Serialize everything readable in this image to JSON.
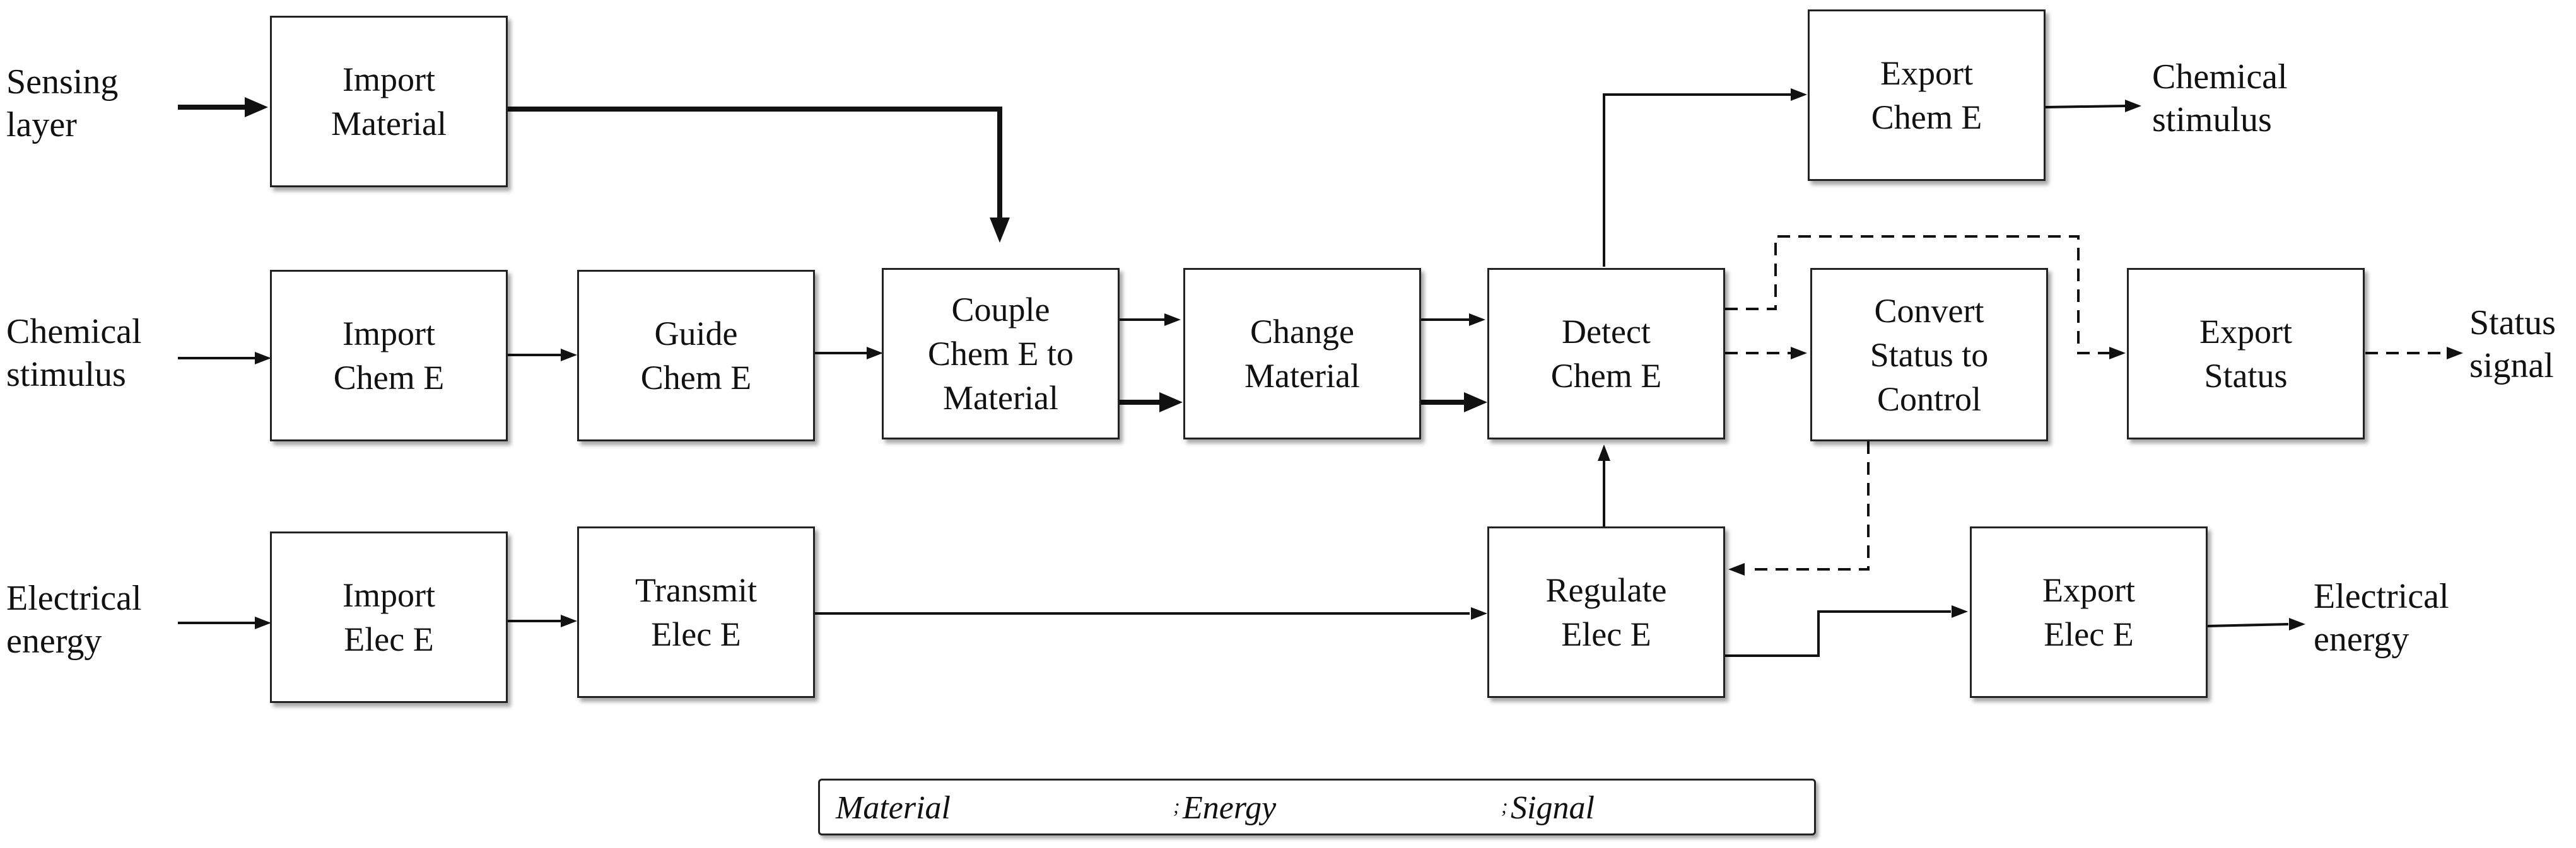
{
  "external_labels": {
    "sensing_layer": "Sensing\nlayer",
    "chemical_stimulus_in": "Chemical\nstimulus",
    "electrical_energy_in": "Electrical\nenergy",
    "chemical_stimulus_out": "Chemical\nstimulus",
    "status_signal_out": "Status\nsignal",
    "electrical_energy_out": "Electrical\nenergy"
  },
  "functions": {
    "import_material": "Import\nMaterial",
    "import_chem_e": "Import\nChem E",
    "guide_chem_e": "Guide\nChem E",
    "couple_chem_e": "Couple\nChem E to\nMaterial",
    "change_material": "Change\nMaterial",
    "detect_chem_e": "Detect\nChem E",
    "export_chem_e": "Export\nChem E",
    "convert_status": "Convert\nStatus to\nControl",
    "export_status": "Export\nStatus",
    "import_elec_e": "Import\nElec E",
    "transmit_elec_e": "Transmit\nElec E",
    "regulate_elec_e": "Regulate\nElec E",
    "export_elec_e": "Export\nElec E"
  },
  "legend": {
    "material": "Material",
    "energy": "Energy",
    "signal": "Signal",
    "separator": ";"
  }
}
